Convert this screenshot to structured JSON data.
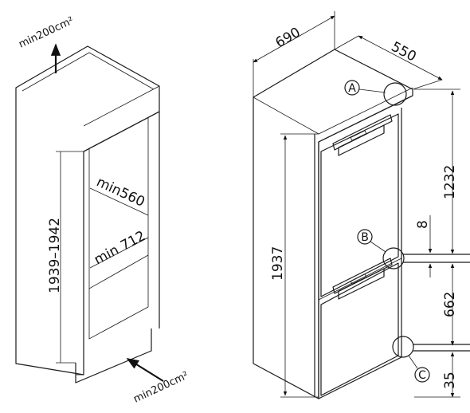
{
  "left_view": {
    "top_vent": "min200cm²",
    "bottom_vent": "min200cm²",
    "niche_height": "1939–1942",
    "niche_width": "min560",
    "niche_depth": "min 712"
  },
  "right_view": {
    "width": "690",
    "depth": "550",
    "height": "1937",
    "upper_section": "1232",
    "gap": "8",
    "lower_section": "662",
    "bottom_offset": "35",
    "callout_a": "A",
    "callout_b": "B",
    "callout_c": "C"
  }
}
